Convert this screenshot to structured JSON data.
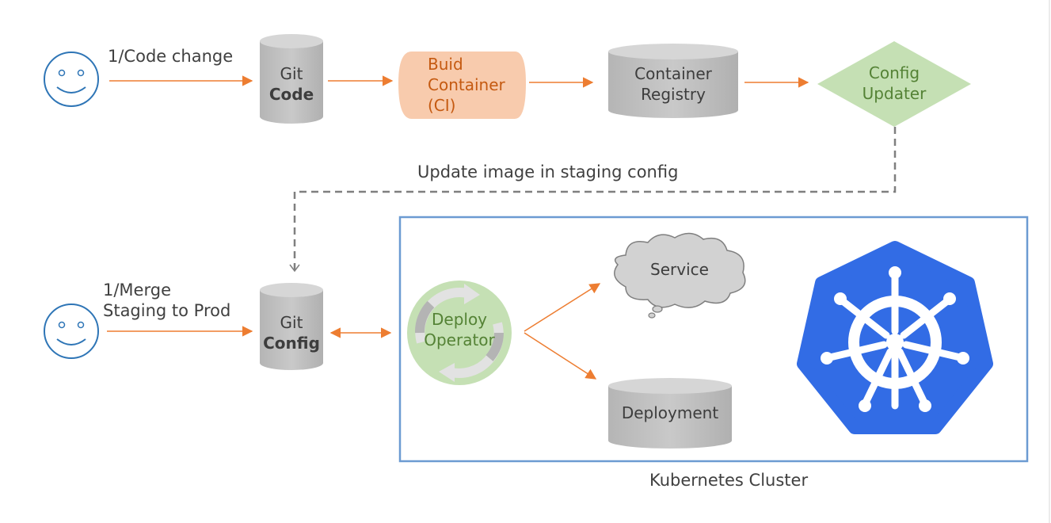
{
  "people": [
    {
      "label": "1/Code change"
    },
    {
      "label_line1": "1/Merge",
      "label_line2": "Staging to Prod"
    }
  ],
  "git_code": {
    "line1": "Git",
    "line2": "Code"
  },
  "build": {
    "line1": "Buid",
    "line2": "Container",
    "line3": "(CI)"
  },
  "registry": {
    "line1": "Container",
    "line2": "Registry"
  },
  "updater": {
    "line1": "Config",
    "line2": "Updater"
  },
  "update_label": "Update image in staging config",
  "git_config": {
    "line1": "Git",
    "line2": "Config"
  },
  "operator": {
    "line1": "Deploy",
    "line2": "Operator"
  },
  "service": "Service",
  "deployment": "Deployment",
  "cluster_label": "Kubernetes Cluster",
  "colors": {
    "arrow": "#ED7D31",
    "person": "#2E75B6",
    "cylinder": "#BFBFBF",
    "build_fill": "#F8CBAD",
    "build_text": "#C55A11",
    "updater_fill": "#C5E0B4",
    "updater_text": "#548235",
    "cluster_border": "#6C9BD2",
    "k8s_blue": "#326CE5",
    "dashed": "#7F7F7F"
  }
}
